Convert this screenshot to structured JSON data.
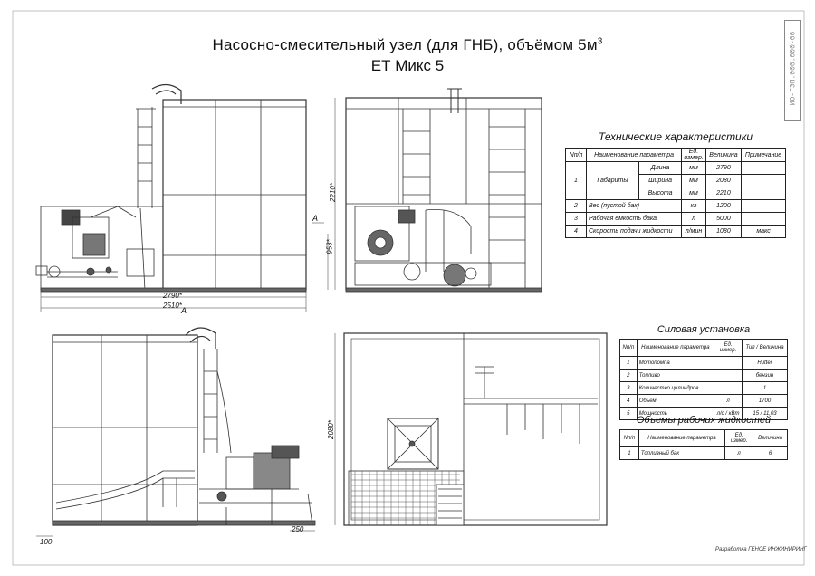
{
  "title_line1": "Насосно-смесительный узел (для ГНБ), объёмом 5м",
  "title_sup": "3",
  "title_line2": "ЕТ Микс 5",
  "stamp_code": "ИО-ГЭП.000.000-06",
  "dims": {
    "d2790": "2790*",
    "d2510": "2510*",
    "d2210": "2210*",
    "d953": "953*",
    "d2080": "2080*",
    "d100": "100",
    "d250": "250",
    "cutA1": "A",
    "cutA2": "A"
  },
  "tech": {
    "title": "Технические характеристики",
    "headers": [
      "Nп/п",
      "Наименование параметра",
      "Ед. измер.",
      "Величина",
      "Примечание"
    ],
    "group_num": "1",
    "group_name": "Габариты",
    "dims_rows": [
      {
        "name": "Длина",
        "unit": "мм",
        "value": "2790",
        "note": ""
      },
      {
        "name": "Ширина",
        "unit": "мм",
        "value": "2080",
        "note": ""
      },
      {
        "name": "Высота",
        "unit": "мм",
        "value": "2210",
        "note": ""
      }
    ],
    "rows": [
      {
        "num": "2",
        "name": "Вес (пустой бак)",
        "unit": "кг",
        "value": "1200",
        "note": ""
      },
      {
        "num": "3",
        "name": "Рабочая емкость бака",
        "unit": "л",
        "value": "5000",
        "note": ""
      },
      {
        "num": "4",
        "name": "Скорость подачи жидкости",
        "unit": "л/мин",
        "value": "1080",
        "note": "макс"
      }
    ]
  },
  "power": {
    "title": "Силовая установка",
    "headers": [
      "Nп/п",
      "Наименование параметра",
      "Ед. измер.",
      "Тип / Величина"
    ],
    "rows": [
      {
        "num": "1",
        "name": "Мотопомпа",
        "unit": "",
        "value": "Hutter"
      },
      {
        "num": "2",
        "name": "Топливо",
        "unit": "",
        "value": "бензин"
      },
      {
        "num": "3",
        "name": "Количество цилиндров",
        "unit": "",
        "value": "1"
      },
      {
        "num": "4",
        "name": "Объем",
        "unit": "л",
        "value": "1700"
      },
      {
        "num": "5",
        "name": "Мощность",
        "unit": "л/с / кВт",
        "value": "15 / 11,03"
      }
    ]
  },
  "volumes": {
    "title": "Объемы рабочих жидкостей",
    "headers": [
      "Nп/п",
      "Наименование параметра",
      "Ед. измер.",
      "Величина"
    ],
    "rows": [
      {
        "num": "1",
        "name": "Топливный бак",
        "unit": "л",
        "value": "6"
      }
    ]
  },
  "developer": "Разработка ГЕНСЕ ИНЖИНИРИНГ"
}
